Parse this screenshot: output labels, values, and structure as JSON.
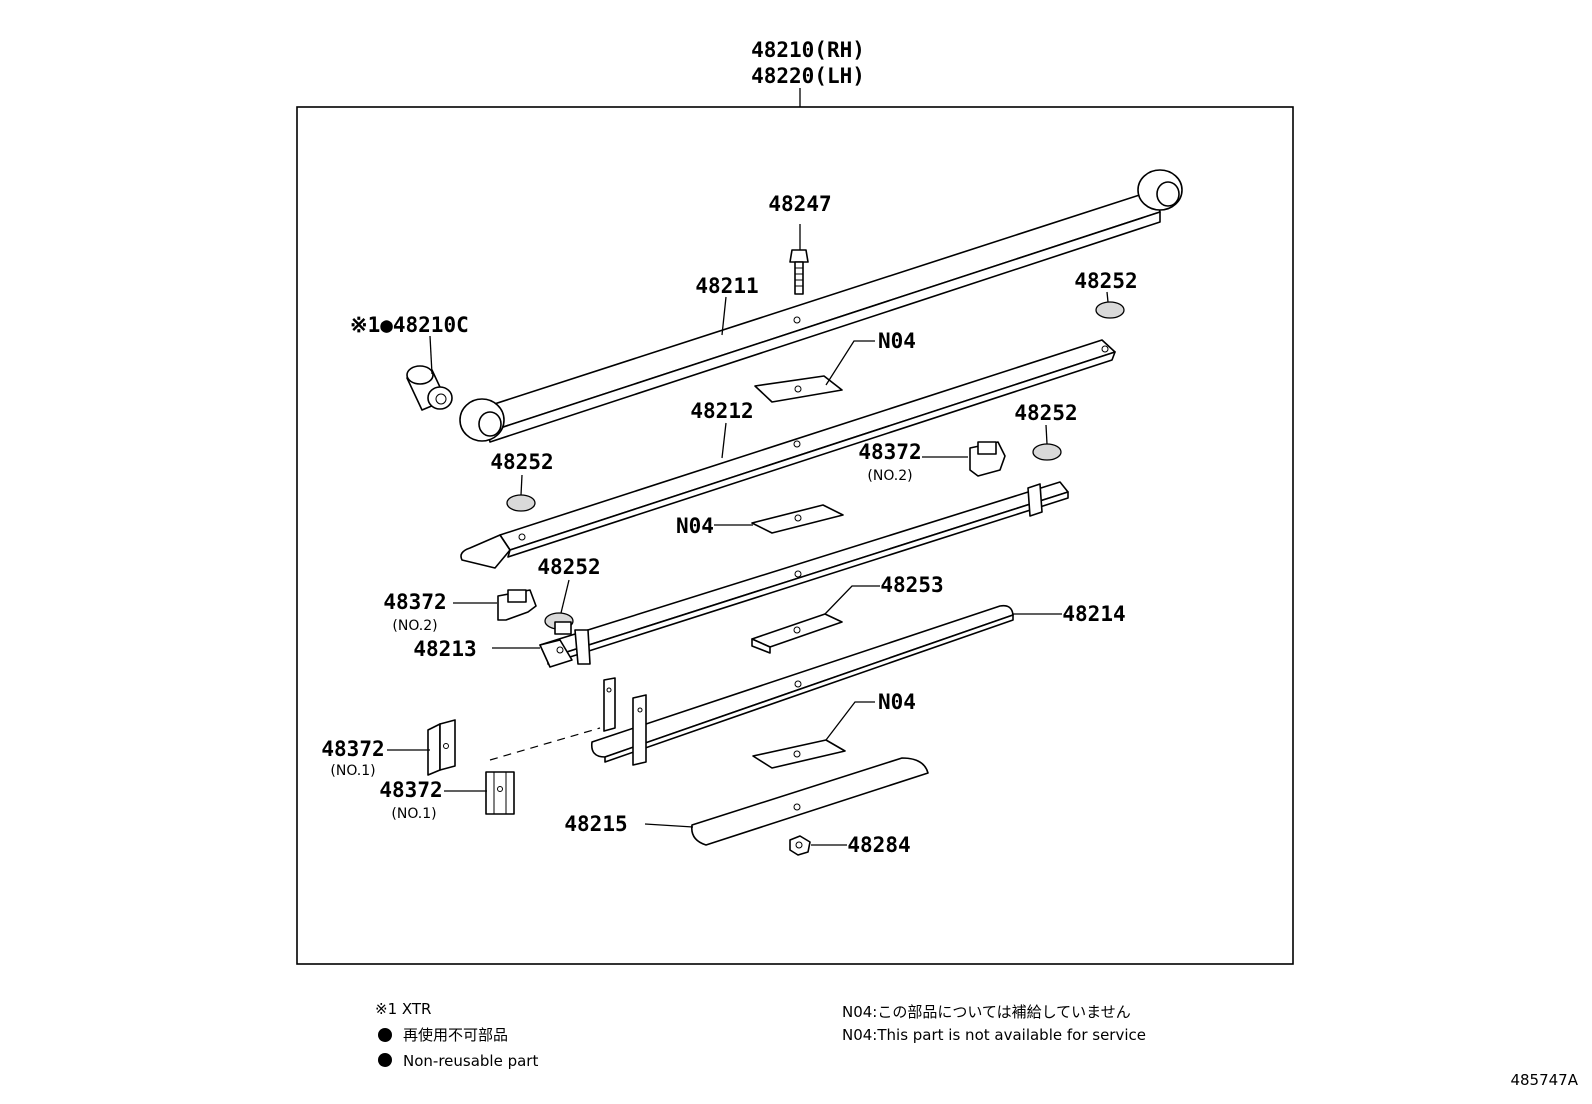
{
  "diagram": {
    "title_rh": "48210(RH)",
    "title_lh": "48220(LH)",
    "labels": {
      "p48247": "48247",
      "p48211": "48211",
      "p48252_a": "48252",
      "p48210c": "※1●48210C",
      "n04_a": "N04",
      "p48212": "48212",
      "p48252_b": "48252",
      "p48372_a": "48372",
      "p48372_a_sub": "(NO.2)",
      "p48252_c": "48252",
      "n04_b": "N04",
      "p48252_d": "48252",
      "p48372_b": "48372",
      "p48372_b_sub": "(NO.2)",
      "p48213": "48213",
      "p48253": "48253",
      "p48214": "48214",
      "n04_c": "N04",
      "p48372_c": "48372",
      "p48372_c_sub": "(NO.1)",
      "p48372_d": "48372",
      "p48372_d_sub": "(NO.1)",
      "p48215": "48215",
      "p48284": "48284"
    }
  },
  "legend": {
    "xtr": "※1  XTR",
    "nonreuse_ja": "再使用不可部品",
    "nonreuse_en": "Non-reusable part",
    "n04_ja": "N04:この部品については補給していません",
    "n04_en": "N04:This part is not available for service"
  },
  "figure_id": "485747A"
}
